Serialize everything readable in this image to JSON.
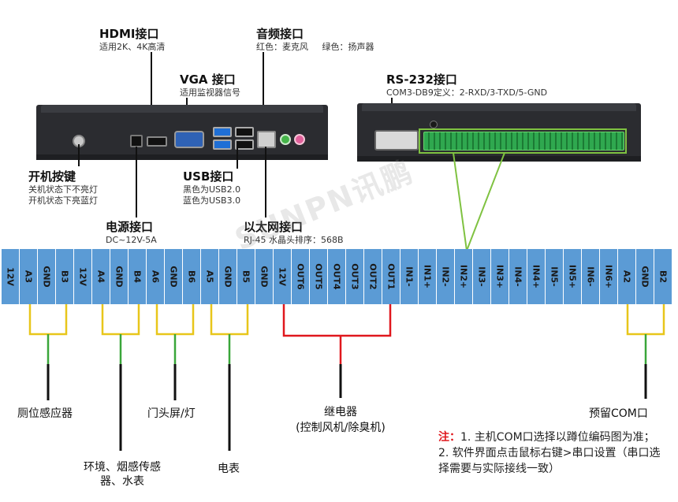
{
  "callouts": {
    "hdmi": {
      "title": "HDMI接口",
      "sub": "适用2K、4K高清"
    },
    "audio": {
      "title": "音频接口",
      "sub": "红色：麦克风     绿色：扬声器"
    },
    "vga": {
      "title": "VGA 接口",
      "sub": "适用监视器信号"
    },
    "rs232": {
      "title": "RS-232接口",
      "sub": "COM3-DB9定义：2-RXD/3-TXD/5-GND"
    },
    "power_button": {
      "title": "开机按键",
      "sub1": "关机状态下不亮灯",
      "sub2": "开机状态下亮蓝灯"
    },
    "usb": {
      "title": "USB接口",
      "sub1": "黑色为USB2.0",
      "sub2": "蓝色为USB3.0"
    },
    "power": {
      "title": "电源接口",
      "sub": "DC~12V-5A"
    },
    "ethernet": {
      "title": "以太网接口",
      "sub": "RJ-45 水晶头排序：568B"
    }
  },
  "watermark": "SUNPN讯鹏",
  "pins": [
    "12V",
    "A3",
    "GND",
    "B3",
    "12V",
    "A4",
    "GND",
    "B4",
    "A6",
    "GND",
    "B6",
    "A5",
    "GND",
    "B5",
    "GND",
    "12V",
    "OUT6",
    "OUT5",
    "OUT4",
    "OUT3",
    "OUT2",
    "OUT1",
    "IN1-",
    "IN1+",
    "IN2-",
    "IN2+",
    "IN3-",
    "IN3+",
    "IN4-",
    "IN4+",
    "IN5-",
    "IN5+",
    "IN6-",
    "IN6+",
    "A2",
    "GND",
    "B2"
  ],
  "groups": {
    "toilet": "厕位感应器",
    "env": "环境、烟感传感器、水表",
    "door": "门头屏/灯",
    "meter": "电表",
    "relay_1": "继电器",
    "relay_2": "(控制风机/除臭机)",
    "reserve": "预留COM口"
  },
  "note": {
    "prefix": "注：",
    "text": "1. 主机COM口选择以蹲位编码图为准；2. 软件界面点击鼠标右键>串口设置（串口选择需要与实际接线一致）"
  },
  "colors": {
    "pin": "#5b9bd5",
    "wire_yellow": "#e8c61a",
    "wire_green": "#3aa63a",
    "wire_black": "#111111",
    "wire_red": "#e0171d",
    "accent": "#7fc241"
  }
}
